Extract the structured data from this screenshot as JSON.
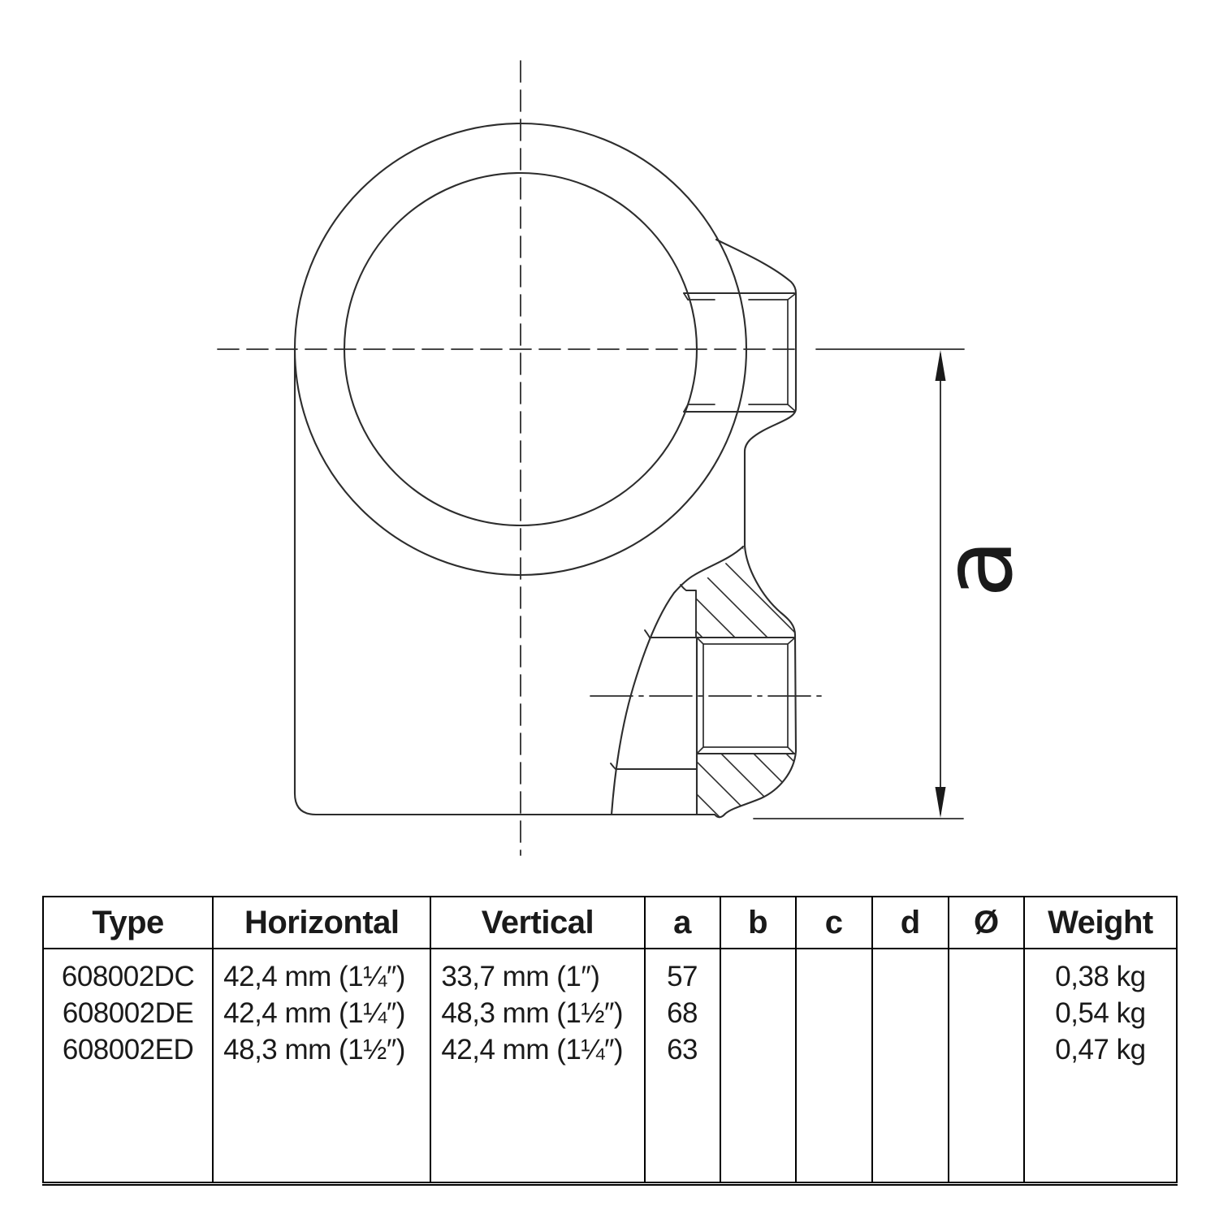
{
  "drawing": {
    "dimension_label": "a"
  },
  "table": {
    "headers": [
      "Type",
      "Horizontal",
      "Vertical",
      "a",
      "b",
      "c",
      "d",
      "Ø",
      "Weight"
    ],
    "rows": [
      {
        "type": "608002DC",
        "horizontal": "42,4 mm (1¼″)",
        "vertical": "33,7 mm (1″)",
        "a": "57",
        "b": "",
        "c": "",
        "d": "",
        "diameter": "",
        "weight": "0,38 kg"
      },
      {
        "type": "608002DE",
        "horizontal": "42,4 mm (1¼″)",
        "vertical": "48,3 mm (1½″)",
        "a": "68",
        "b": "",
        "c": "",
        "d": "",
        "diameter": "",
        "weight": "0,54 kg"
      },
      {
        "type": "608002ED",
        "horizontal": "48,3 mm (1½″)",
        "vertical": "42,4 mm (1¼″)",
        "a": "63",
        "b": "",
        "c": "",
        "d": "",
        "diameter": "",
        "weight": "0,47 kg"
      }
    ]
  },
  "colors": {
    "line": "#2d2d2d",
    "text": "#000000",
    "background": "#ffffff"
  }
}
